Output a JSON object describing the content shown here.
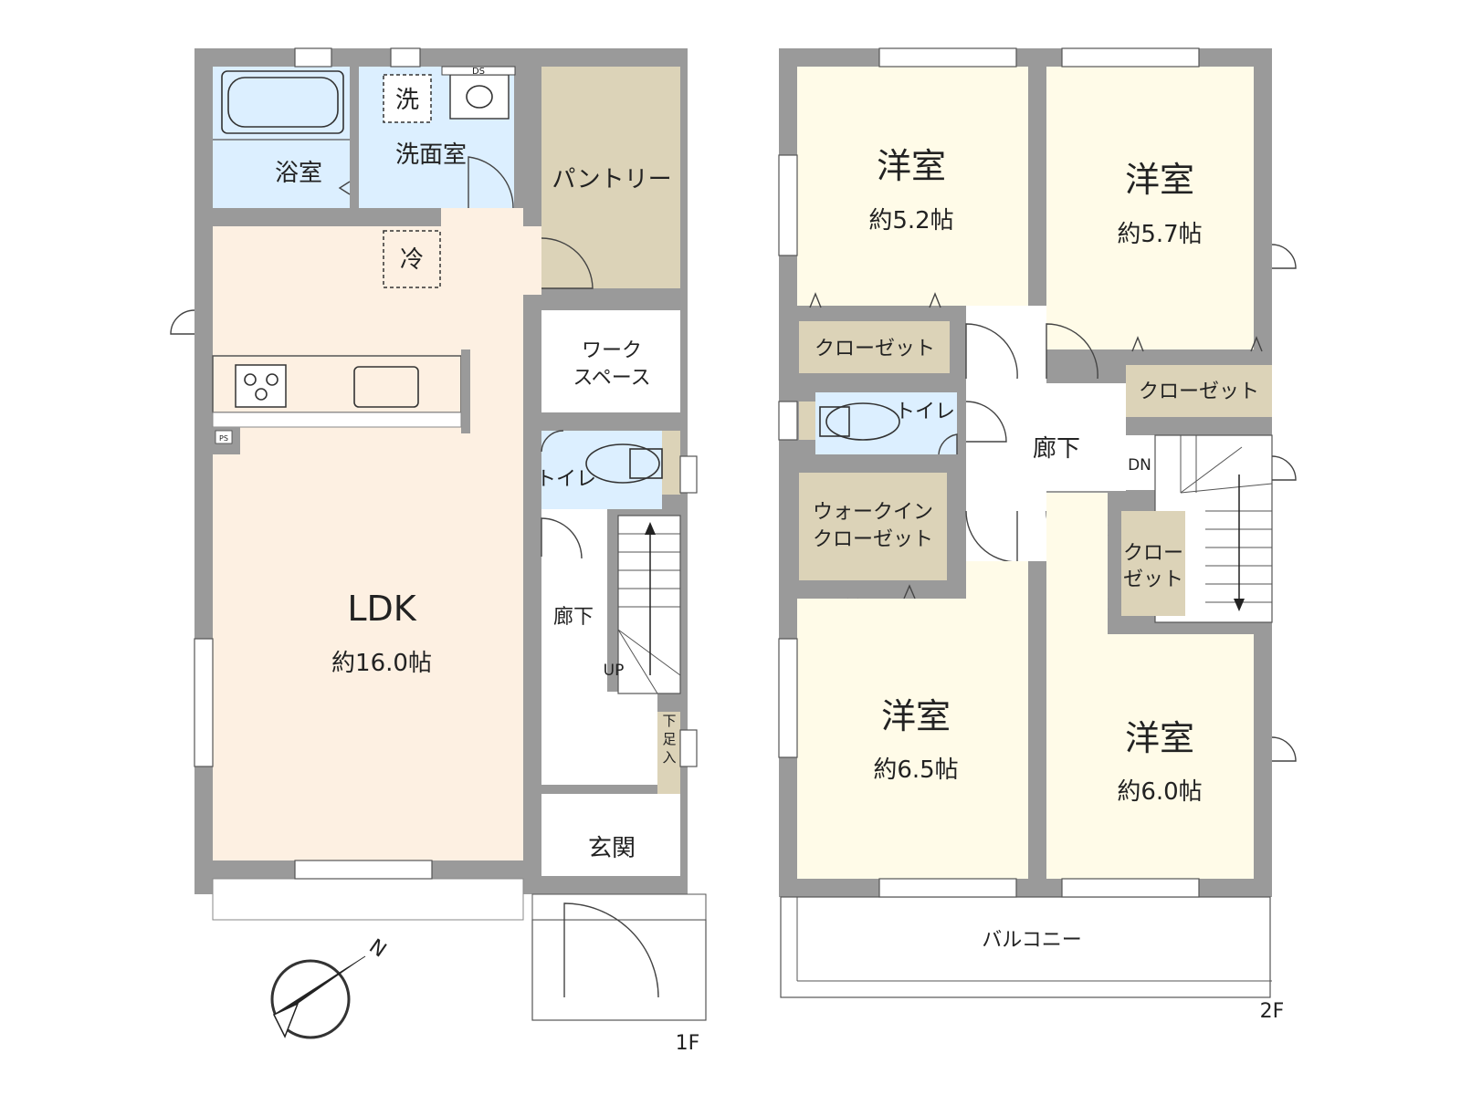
{
  "floor1": {
    "label": "1F",
    "rooms": {
      "bathroom": "浴室",
      "washroom": "洗面室",
      "washer": "洗",
      "ds": "DS",
      "pantry": "パントリー",
      "fridge": "冷",
      "work_space_1": "ワーク",
      "work_space_2": "スペース",
      "toilet": "トイレ",
      "ldk": "LDK",
      "ldk_size": "約16.0帖",
      "ps": "PS",
      "hallway": "廊下",
      "stairs_up": "UP",
      "shoe_storage": "下足入",
      "entrance": "玄関"
    }
  },
  "floor2": {
    "label": "2F",
    "rooms": {
      "room_nw_name": "洋室",
      "room_nw_size": "約5.2帖",
      "room_ne_name": "洋室",
      "room_ne_size": "約5.7帖",
      "closet_nw": "クローゼット",
      "closet_ne": "クローゼット",
      "toilet": "トイレ",
      "hallway": "廊下",
      "stairs_down": "DN",
      "walkin_1": "ウォークイン",
      "walkin_2": "クローゼット",
      "closet_small_1": "クロー",
      "closet_small_2": "ゼット",
      "room_sw_name": "洋室",
      "room_sw_size": "約6.5帖",
      "room_se_name": "洋室",
      "room_se_size": "約6.0帖",
      "balcony": "バルコニー"
    }
  },
  "compass": {
    "north_label": "N"
  },
  "colors": {
    "wall": "#9a9a9a",
    "wet_area": "#dcefff",
    "living": "#fdf0e2",
    "bedroom": "#fffbe8",
    "storage": "#dcd3b8",
    "hall": "#ffffff"
  }
}
